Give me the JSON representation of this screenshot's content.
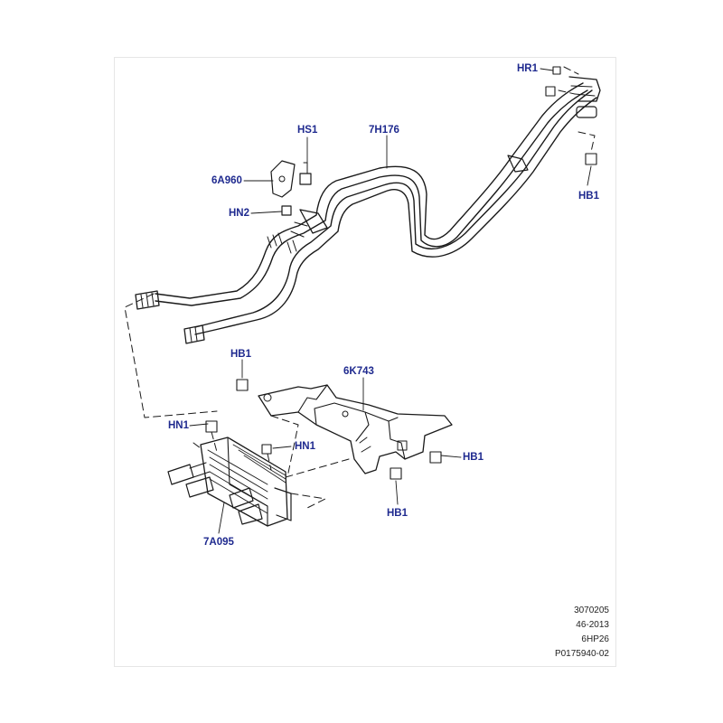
{
  "callouts": {
    "hr1": "HR1",
    "hs1": "HS1",
    "h7176": "7H176",
    "a6960": "6A960",
    "hn2": "HN2",
    "hb1_top_right": "HB1",
    "hb1_bracket": "HB1",
    "k6743": "6K743",
    "hn1_left": "HN1",
    "hn1_right": "HN1",
    "hb1_right": "HB1",
    "hb1_bottom": "HB1",
    "a7095": "7A095"
  },
  "footer": {
    "line1": "3070205",
    "line2": "46-2013",
    "line3": "6HP26",
    "line4": "P0175940-02"
  },
  "colors": {
    "callout": "#1f2a8f",
    "line": "#1a1a1a"
  }
}
